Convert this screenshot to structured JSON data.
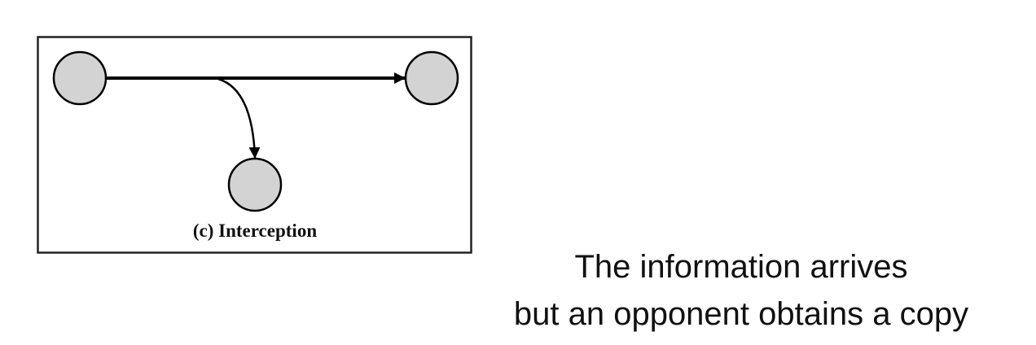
{
  "diagram": {
    "label": "(c) Interception",
    "node_fill": "#d3d3d3",
    "stroke": "#000000"
  },
  "caption": {
    "line1": "The information arrives",
    "line2": "but an opponent obtains a copy"
  }
}
